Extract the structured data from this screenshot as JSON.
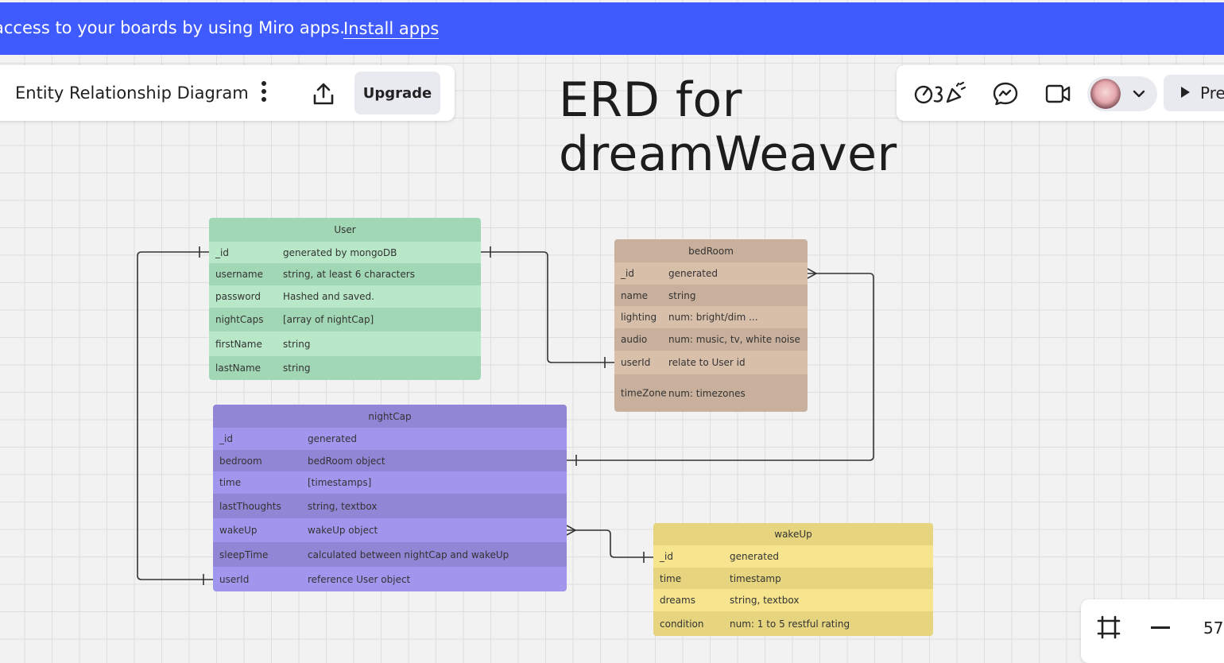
{
  "banner": {
    "message": "access to your boards by using Miro apps.",
    "link": "Install apps"
  },
  "toolbar": {
    "board_title": "Entity Relationship Diagram",
    "upgrade_label": "Upgrade",
    "present_label": "Pre",
    "icons": [
      "more-options-icon",
      "share-upload-icon",
      "reactions-icon",
      "chat-icon",
      "video-call-icon",
      "chevron-down-icon",
      "play-icon"
    ]
  },
  "canvas": {
    "title_line1": "ERD for",
    "title_line2": "dreamWeaver"
  },
  "tables": {
    "user": {
      "title": "User",
      "rows": [
        {
          "field": "_id",
          "value": "generated by mongoDB"
        },
        {
          "field": "username",
          "value": "string, at least 6 characters"
        },
        {
          "field": "password",
          "value": "Hashed and saved."
        },
        {
          "field": "nightCaps",
          "value": "[array of nightCap]"
        },
        {
          "field": "firstName",
          "value": "string"
        },
        {
          "field": "lastName",
          "value": "string"
        }
      ]
    },
    "bedroom": {
      "title": "bedRoom",
      "rows": [
        {
          "field": "_id",
          "value": "generated"
        },
        {
          "field": "name",
          "value": "string"
        },
        {
          "field": "lighting",
          "value": "num: bright/dim ..."
        },
        {
          "field": "audio",
          "value": "num: music, tv, white noise"
        },
        {
          "field": "userId",
          "value": "relate to User id"
        },
        {
          "field": "timeZone",
          "value": "num: timezones"
        }
      ]
    },
    "nightcap": {
      "title": "nightCap",
      "rows": [
        {
          "field": "_id",
          "value": "generated"
        },
        {
          "field": "bedroom",
          "value": "bedRoom object"
        },
        {
          "field": "time",
          "value": "[timestamps]"
        },
        {
          "field": "lastThoughts",
          "value": "string, textbox"
        },
        {
          "field": "wakeUp",
          "value": "wakeUp object"
        },
        {
          "field": "sleepTime",
          "value": "calculated between nightCap and wakeUp"
        },
        {
          "field": "userId",
          "value": "reference User object"
        }
      ]
    },
    "wakeup": {
      "title": "wakeUp",
      "rows": [
        {
          "field": "_id",
          "value": "generated"
        },
        {
          "field": "time",
          "value": "timestamp"
        },
        {
          "field": "dreams",
          "value": "string, textbox"
        },
        {
          "field": "condition",
          "value": "num: 1 to 5 restful rating"
        }
      ]
    }
  },
  "zoom": {
    "level": "57"
  },
  "colors": {
    "banner": "#3f5bfe",
    "user_table": "#b8e8c8",
    "bedroom_table": "#d8bfaa",
    "nightcap_table": "#a196ee",
    "wakeup_table": "#f6e48e"
  }
}
